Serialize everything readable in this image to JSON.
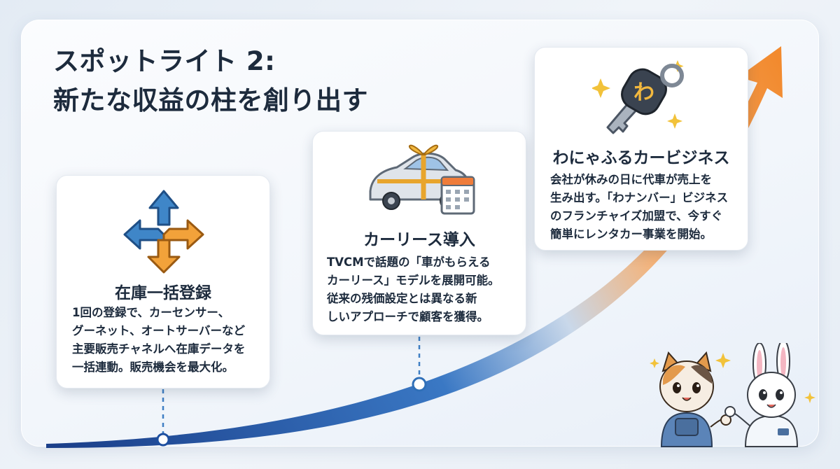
{
  "slide": {
    "title_line1": "スポットライト 2:",
    "title_line2": "新たな収益の柱を創り出す"
  },
  "cards": [
    {
      "id": "inventory",
      "icon": "split-arrows-icon",
      "heading": "在庫一括登録",
      "body": [
        "1回の登録で、カーセンサー、",
        "グーネット、オートサーバーなど",
        "主要販売チャネルへ在庫データを",
        "一括連動。販売機会を最大化。"
      ]
    },
    {
      "id": "lease",
      "icon": "gift-car-calendar-icon",
      "heading": "カーリース導入",
      "body": [
        "TVCMで話題の「車がもらえる",
        "カーリース」モデルを展開可能。",
        "従来の残価設定とは異なる新",
        "しいアプローチで顧客を獲得。"
      ]
    },
    {
      "id": "wa",
      "icon": "car-key-icon",
      "key_tag_text": "わ",
      "heading": "わにゃふるカービジネス",
      "body": [
        "会社が休みの日に代車が売上を",
        "生み出す。「わナンバー」ビジネス",
        "のフランチャイズ加盟で、今すぐ",
        "簡単にレンタカー事業を開始。"
      ]
    }
  ],
  "colors": {
    "curve_start": "#1d4fa0",
    "curve_end": "#f28a2e",
    "title": "#1d2b3d",
    "arrow_blue": "#3f86c8",
    "arrow_orange": "#f2a23a"
  }
}
